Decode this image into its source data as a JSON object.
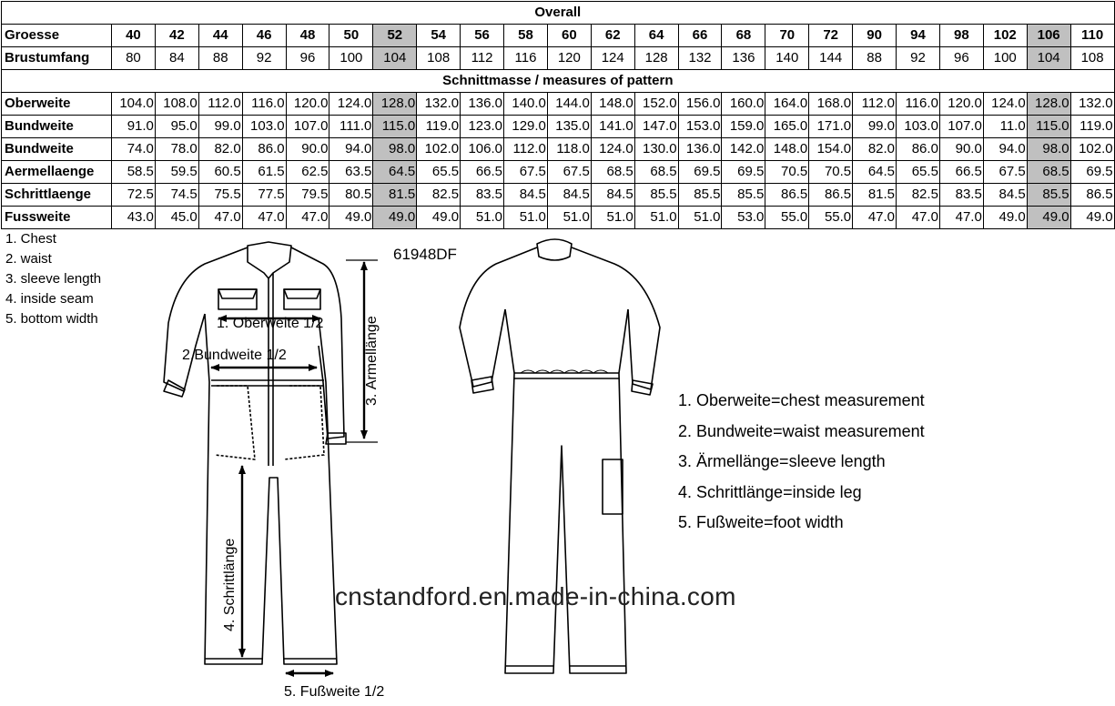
{
  "table": {
    "overall_title": "Overall",
    "size_label": "Groesse",
    "chest_label": "Brustumfang",
    "sizes": [
      "40",
      "42",
      "44",
      "46",
      "48",
      "50",
      "52",
      "54",
      "56",
      "58",
      "60",
      "62",
      "64",
      "66",
      "68",
      "70",
      "72",
      "90",
      "94",
      "98",
      "102",
      "106",
      "110"
    ],
    "chest": [
      "80",
      "84",
      "88",
      "92",
      "96",
      "100",
      "104",
      "108",
      "112",
      "116",
      "120",
      "124",
      "128",
      "132",
      "136",
      "140",
      "144",
      "88",
      "92",
      "96",
      "100",
      "104",
      "108"
    ],
    "pattern_title": "Schnittmasse / measures of pattern",
    "rows": [
      {
        "label": "Oberweite",
        "values": [
          "104.0",
          "108.0",
          "112.0",
          "116.0",
          "120.0",
          "124.0",
          "128.0",
          "132.0",
          "136.0",
          "140.0",
          "144.0",
          "148.0",
          "152.0",
          "156.0",
          "160.0",
          "164.0",
          "168.0",
          "112.0",
          "116.0",
          "120.0",
          "124.0",
          "128.0",
          "132.0"
        ]
      },
      {
        "label": "Bundweite",
        "values": [
          "91.0",
          "95.0",
          "99.0",
          "103.0",
          "107.0",
          "111.0",
          "115.0",
          "119.0",
          "123.0",
          "129.0",
          "135.0",
          "141.0",
          "147.0",
          "153.0",
          "159.0",
          "165.0",
          "171.0",
          "99.0",
          "103.0",
          "107.0",
          "11.0",
          "115.0",
          "119.0"
        ]
      },
      {
        "label": "Bundweite",
        "values": [
          "74.0",
          "78.0",
          "82.0",
          "86.0",
          "90.0",
          "94.0",
          "98.0",
          "102.0",
          "106.0",
          "112.0",
          "118.0",
          "124.0",
          "130.0",
          "136.0",
          "142.0",
          "148.0",
          "154.0",
          "82.0",
          "86.0",
          "90.0",
          "94.0",
          "98.0",
          "102.0"
        ]
      },
      {
        "label": "Aermellaenge",
        "values": [
          "58.5",
          "59.5",
          "60.5",
          "61.5",
          "62.5",
          "63.5",
          "64.5",
          "65.5",
          "66.5",
          "67.5",
          "67.5",
          "68.5",
          "68.5",
          "69.5",
          "69.5",
          "70.5",
          "70.5",
          "64.5",
          "65.5",
          "66.5",
          "67.5",
          "68.5",
          "69.5"
        ]
      },
      {
        "label": "Schrittlaenge",
        "values": [
          "72.5",
          "74.5",
          "75.5",
          "77.5",
          "79.5",
          "80.5",
          "81.5",
          "82.5",
          "83.5",
          "84.5",
          "84.5",
          "84.5",
          "85.5",
          "85.5",
          "85.5",
          "86.5",
          "86.5",
          "81.5",
          "82.5",
          "83.5",
          "84.5",
          "85.5",
          "86.5"
        ]
      },
      {
        "label": "Fussweite",
        "values": [
          "43.0",
          "45.0",
          "47.0",
          "47.0",
          "47.0",
          "49.0",
          "49.0",
          "49.0",
          "51.0",
          "51.0",
          "51.0",
          "51.0",
          "51.0",
          "51.0",
          "53.0",
          "55.0",
          "55.0",
          "47.0",
          "47.0",
          "47.0",
          "49.0",
          "49.0",
          "49.0"
        ]
      }
    ],
    "highlight_color": "#c0c0c0"
  },
  "legend_left": [
    "1. Chest",
    "2. waist",
    "3. sleeve length",
    "4. inside seam",
    "5. bottom width"
  ],
  "product_code": "61948DF",
  "legend_right": [
    "1. Oberweite=chest measurement",
    "2. Bundweite=waist measurement",
    "3. Ärmellänge=sleeve length",
    "4. Schrittlänge=inside leg",
    "5. Fußweite=foot width"
  ],
  "diagram_labels": {
    "chest": "1. Oberweite 1/2",
    "waist": "2.Bundweite 1/2",
    "sleeve": "3. Ärmellänge",
    "inseam": "4. Schrittlänge",
    "foot": "5. Fußweite 1/2"
  },
  "watermark": "cnstandford.en.made-in-china.com"
}
